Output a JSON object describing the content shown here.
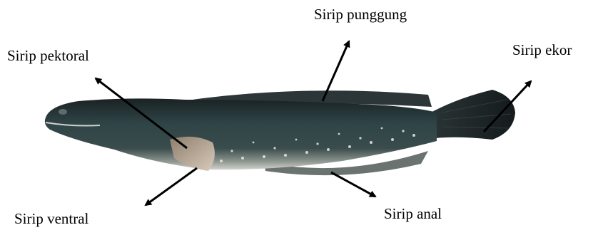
{
  "labels": {
    "dorsal": "Sirip punggung",
    "pectoral": "Sirip pektoral",
    "caudal": "Sirip ekor",
    "ventral": "Sirip ventral",
    "anal": "Sirip anal"
  },
  "colors": {
    "arrow": "#000000",
    "body_dark": "#1f2a2c",
    "body_mid": "#3d5255",
    "belly": "#c9c9c2",
    "fin_pectoral": "#b9a896",
    "spots": "#e8e8e0"
  }
}
